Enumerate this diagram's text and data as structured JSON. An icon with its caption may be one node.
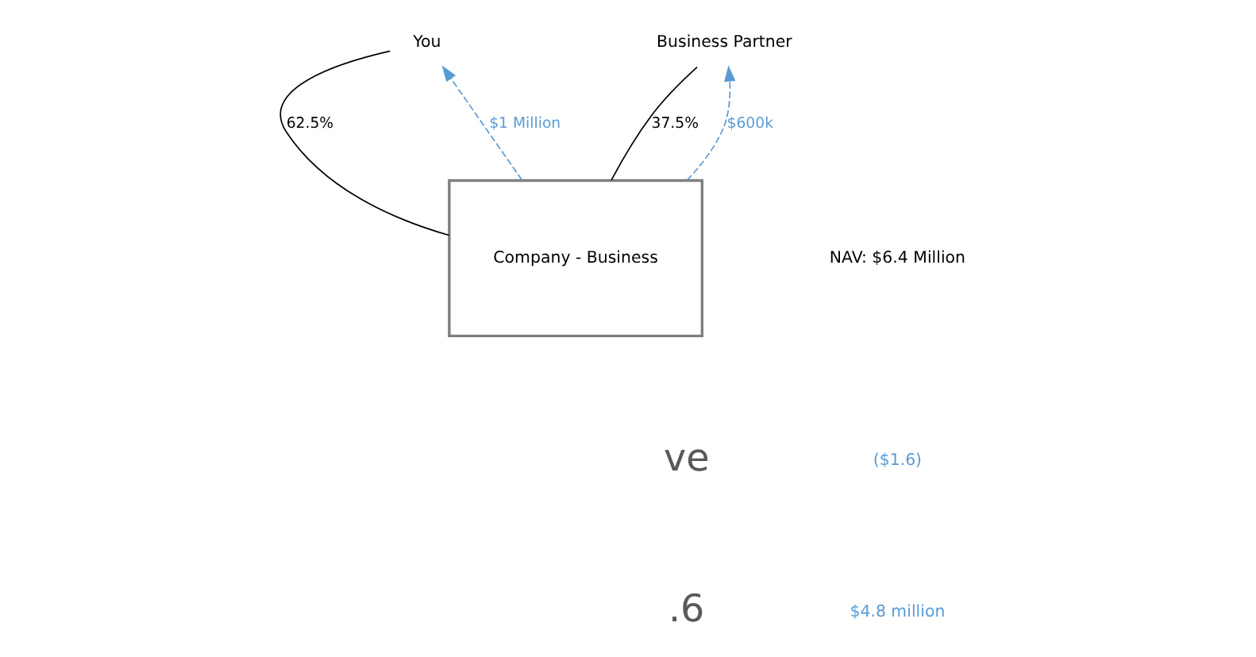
{
  "diagram": {
    "nodes": [
      {
        "text": [
          "You"
        ]
      },
      {
        "text": [
          "Business Partner"
        ]
      },
      {
        "text": [
          "Company - Business"
        ]
      }
    ],
    "edges": [
      {
        "from": 2,
        "to": 0,
        "arrow": "none",
        "label": "62.5%"
      },
      {
        "from": 2,
        "to": 1,
        "arrow": "none",
        "label": "37.5%"
      },
      {
        "from": 2,
        "to": 0,
        "arrow": "to",
        "label": "$1 Million",
        "style": "dashed",
        "color": "#5b9bd5"
      },
      {
        "from": 2,
        "to": 1,
        "arrow": "to",
        "label": "$600k",
        "style": "dashed",
        "color": "#5b9bd5"
      }
    ],
    "labels": [
      ".6",
      "ve",
      "NAV: $6.4 Million",
      "($1.6)",
      "$4.8 million"
    ]
  }
}
